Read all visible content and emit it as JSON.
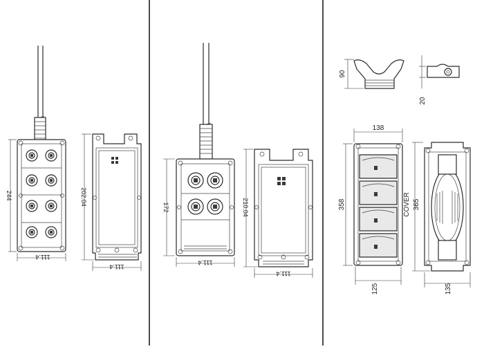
{
  "panels": [
    {
      "front_height_label": "244",
      "front_width_label": "111.4",
      "back_height_label": "202.04",
      "back_width_label": "111.4"
    },
    {
      "front_height_label": "172",
      "front_width_label": "111.4",
      "back_height_label": "210.04",
      "back_width_label": "111.4"
    },
    {
      "top_height_label": "90",
      "side_height_label": "20",
      "top_width_label": "138",
      "left_height_label": "358",
      "left_bottom_label": "125",
      "cover_label": "COVER",
      "right_height_label": "365",
      "right_bottom_label": "135"
    }
  ],
  "colors": {
    "line": "#2a2a2a",
    "background": "#ffffff"
  }
}
